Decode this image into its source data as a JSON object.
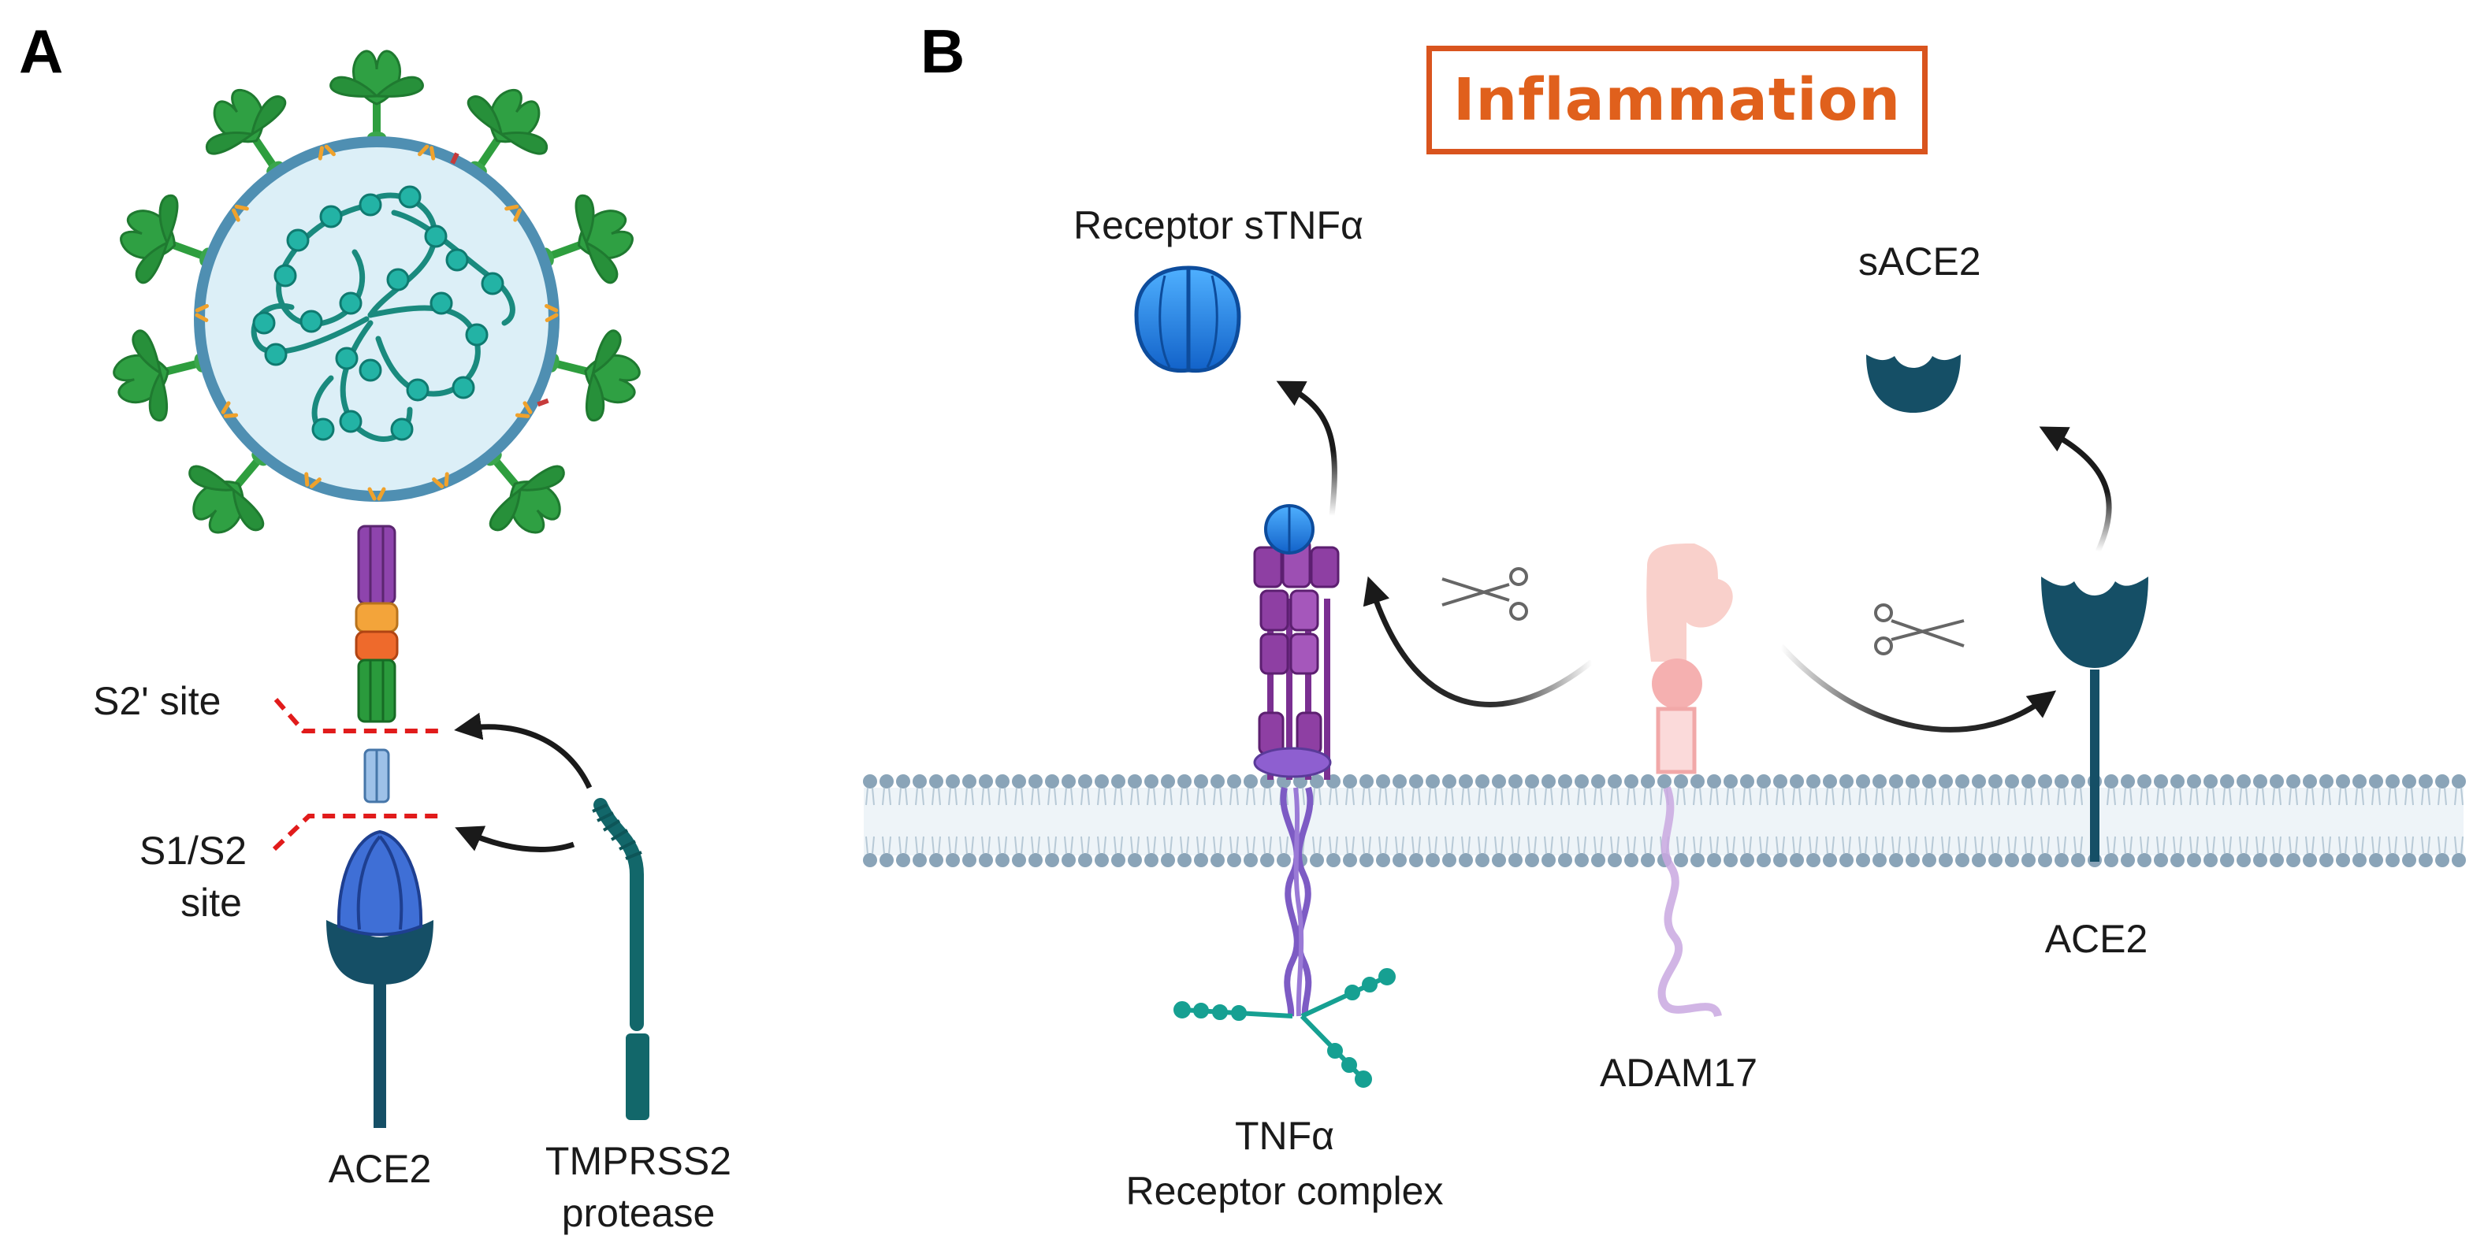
{
  "panels": {
    "a": {
      "letter": "A"
    },
    "b": {
      "letter": "B"
    }
  },
  "title": "Inflammation",
  "panel_a": {
    "s2_site": "S2' site",
    "s1s2_line1": "S1/S2",
    "s1s2_line2": "site",
    "ace2": "ACE2",
    "tmprss2_line1": "TMPRSS2",
    "tmprss2_line2": "protease"
  },
  "panel_b": {
    "receptor_stnf": "Receptor sTNFα",
    "sace2": "sACE2",
    "ace2": "ACE2",
    "adam17": "ADAM17",
    "tnf_line1": "TNFα",
    "tnf_line2": "Receptor complex"
  },
  "colors": {
    "spike_green": "#2e9e3e",
    "virus_fill": "#dceff7",
    "membrane": "#5b8ba8",
    "rna": "#1a9a8c",
    "ace2_dark": "#154f66",
    "tnf_purple": "#8e3fa3",
    "receptor_blue": "#1e88e5",
    "adam17_pink": "#f4a3a3",
    "cleavage_red": "#e11b1b",
    "title_orange": "#d9541e"
  }
}
